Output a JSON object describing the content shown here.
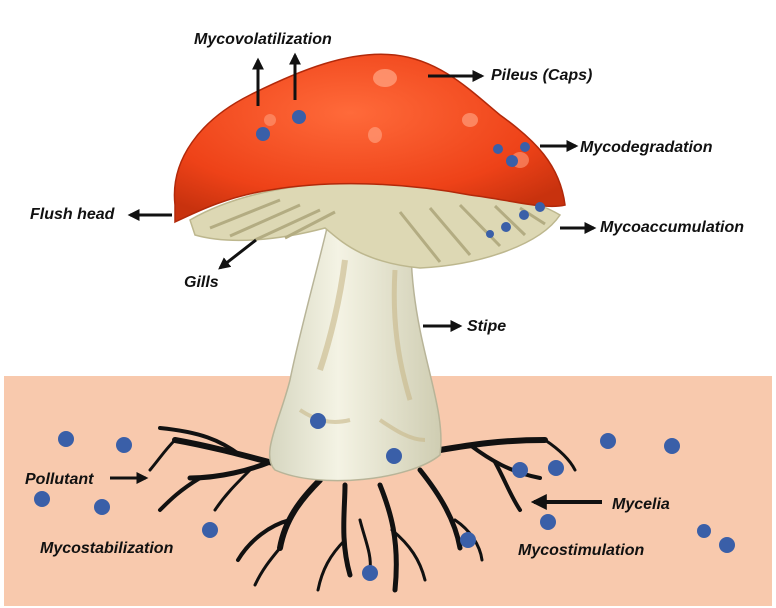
{
  "labels": {
    "mycovolatilization": "Mycovolatilization",
    "pileus": "Pileus (Caps)",
    "mycodegradation": "Mycodegradation",
    "flush_head": "Flush head",
    "mycoaccumulation": "Mycoaccumulation",
    "gills": "Gills",
    "stipe": "Stipe",
    "pollutant": "Pollutant",
    "mycelia": "Mycelia",
    "mycostabilization": "Mycostabilization",
    "mycostimulation": "Mycostimulation"
  },
  "colors": {
    "soil": "#f8c9ad",
    "cap": "#ef4a1e",
    "cap_highlight": "#ff7a4a",
    "gills": "#ddd8b4",
    "stipe": "#ecebd8",
    "stipe_shade": "#c8b888",
    "mycelia": "#111111",
    "pollutant_dot": "#3a5fa8",
    "arrow": "#111111"
  }
}
